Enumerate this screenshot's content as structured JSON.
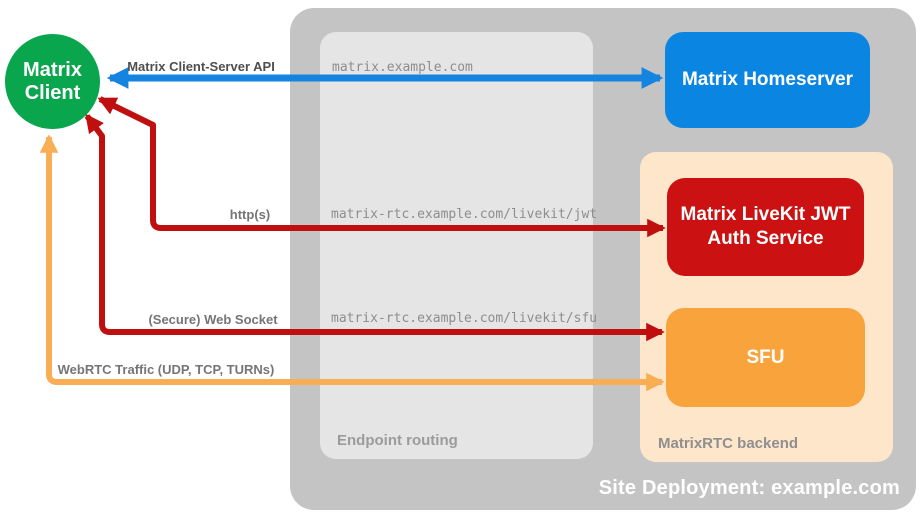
{
  "diagram": {
    "title": "Site Deployment: example.com",
    "client": {
      "label": "Matrix Client"
    },
    "containers": {
      "endpoint_routing": {
        "label": "Endpoint routing"
      },
      "matrixrtc_backend": {
        "label": "MatrixRTC backend"
      }
    },
    "nodes": {
      "homeserver": {
        "label": "Matrix Homeserver",
        "color": "#0a86e2"
      },
      "jwt_auth": {
        "label": "Matrix LiveKit JWT Auth Service",
        "color": "#cb1111"
      },
      "sfu": {
        "label": "SFU",
        "color": "#f9a33c"
      }
    },
    "endpoints": {
      "homeserver_url": "matrix.example.com",
      "jwt_url": "matrix-rtc.example.com/livekit/jwt",
      "sfu_url": "matrix-rtc.example.com/livekit/sfu"
    },
    "arrows": [
      {
        "label": "Matrix Client-Server API",
        "from": "Matrix Client",
        "to": "Matrix Homeserver",
        "color": "#1583e0",
        "bidirectional": true
      },
      {
        "label": "http(s)",
        "from": "Matrix Client",
        "to": "Matrix LiveKit JWT Auth Service",
        "color": "#c00f0f",
        "bidirectional": true
      },
      {
        "label": "(Secure) Web Socket",
        "from": "Matrix Client",
        "to": "SFU",
        "color": "#c00f0f",
        "bidirectional": true
      },
      {
        "label": "WebRTC Traffic (UDP, TCP, TURNs)",
        "from": "Matrix Client",
        "to": "SFU",
        "color": "#f9ad55",
        "bidirectional": true
      }
    ],
    "colors": {
      "client_green": "#0aa64e",
      "site_container_gray": "#c4c4c4",
      "routing_box_gray": "#e5e5e5",
      "backend_peach": "#fde6ca",
      "blue_arrow": "#1583e0",
      "red_arrow": "#c00f0f",
      "orange_arrow": "#f9ad55"
    }
  }
}
